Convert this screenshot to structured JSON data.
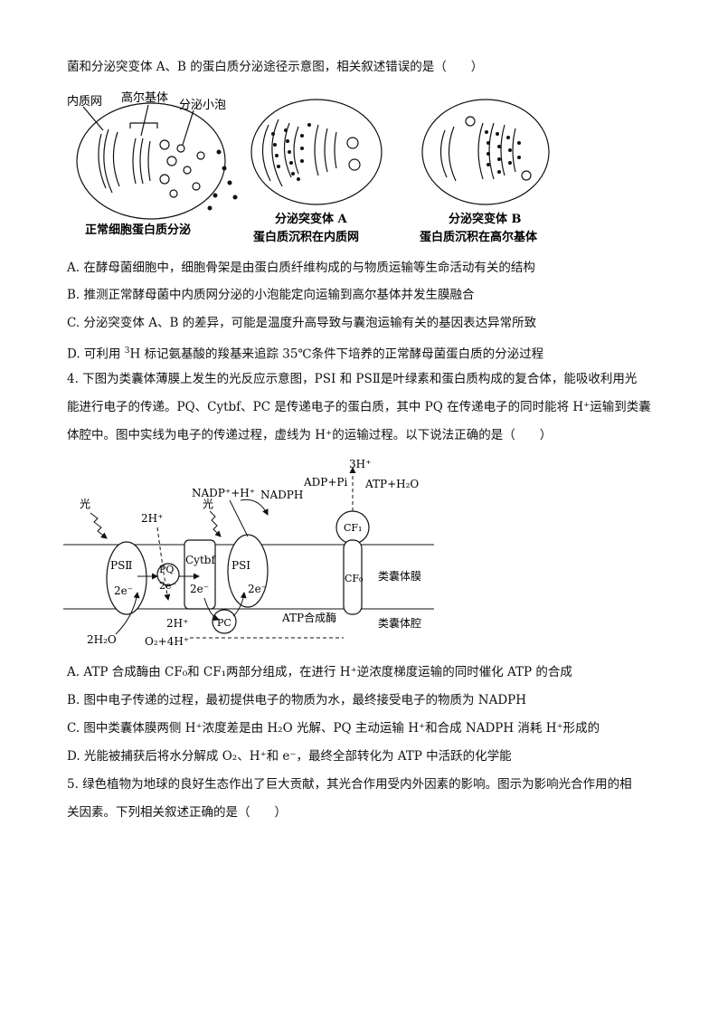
{
  "q3": {
    "stem": "菌和分泌突变体 A、B 的蛋白质分泌途径示意图，相关叙述错误的是（　　）",
    "fig": {
      "label_er": "内质网",
      "label_golgi": "高尔基体",
      "label_vesicle": "分泌小泡",
      "cap1": "正常细胞蛋白质分泌",
      "cap2a": "分泌突变体 A",
      "cap2b": "蛋白质沉积在内质网",
      "cap3a": "分泌突变体 B",
      "cap3b": "蛋白质沉积在高尔基体"
    },
    "optA": "A. 在酵母菌细胞中，细胞骨架是由蛋白质纤维构成的与物质运输等生命活动有关的结构",
    "optB": "B. 推测正常酵母菌中内质网分泌的小泡能定向运输到高尔基体并发生膜融合",
    "optC": "C. 分泌突变体 A、B 的差异，可能是温度升高导致与囊泡运输有关的基因表达异常所致",
    "optD_pre": "D. 可利用 ",
    "optD_sup": "3",
    "optD_post": "H 标记氨基酸的羧基来追踪 35℃条件下培养的正常酵母菌蛋白质的分泌过程"
  },
  "q4": {
    "line1": "4. 下图为类囊体薄膜上发生的光反应示意图，PSI 和 PSⅡ是叶绿素和蛋白质构成的复合体，能吸收利用光",
    "line2": "能进行电子的传递。PQ、Cytbf、PC 是传递电子的蛋白质，其中 PQ 在传递电子的同时能将 H⁺运输到类囊",
    "line3": "体腔中。图中实线为电子的传递过程，虚线为 H⁺的运输过程。以下说法正确的是（　　）",
    "fig": {
      "light1": "光",
      "light2": "光",
      "h2_top": "2H⁺",
      "nadp": "NADP⁺+H⁺",
      "nadph": "NADPH",
      "adp": "ADP+Pi",
      "h3": "3H⁺",
      "atp": "ATP+H₂O",
      "ps2": "PSⅡ",
      "ps1": "PSⅠ",
      "pq": "PQ",
      "cytbf": "Cytbf",
      "pc": "PC",
      "e1": "2e⁻",
      "e2": "2e⁻",
      "e3": "2e⁻",
      "e4": "2e⁻",
      "cf1": "CF₁",
      "cf0": "CF₀",
      "membrane": "类囊体膜",
      "lumen": "类囊体腔",
      "synthase": "ATP合成酶",
      "h2o": "2H₂O",
      "o2": "O₂+4H⁺",
      "h2_bottom": "2H⁺"
    },
    "optA": "A. ATP 合成酶由 CF₀和 CF₁两部分组成，在进行 H⁺逆浓度梯度运输的同时催化 ATP 的合成",
    "optB": "B. 图中电子传递的过程，最初提供电子的物质为水，最终接受电子的物质为 NADPH",
    "optC": "C. 图中类囊体膜两侧 H⁺浓度差是由 H₂O 光解、PQ 主动运输 H⁺和合成 NADPH 消耗 H⁺形成的",
    "optD": "D. 光能被捕获后将水分解成 O₂、H⁺和 e⁻，最终全部转化为 ATP 中活跃的化学能"
  },
  "q5": {
    "line1": "5. 绿色植物为地球的良好生态作出了巨大贡献，其光合作用受内外因素的影响。图示为影响光合作用的相",
    "line2": "关因素。下列相关叙述正确的是（　　）"
  }
}
